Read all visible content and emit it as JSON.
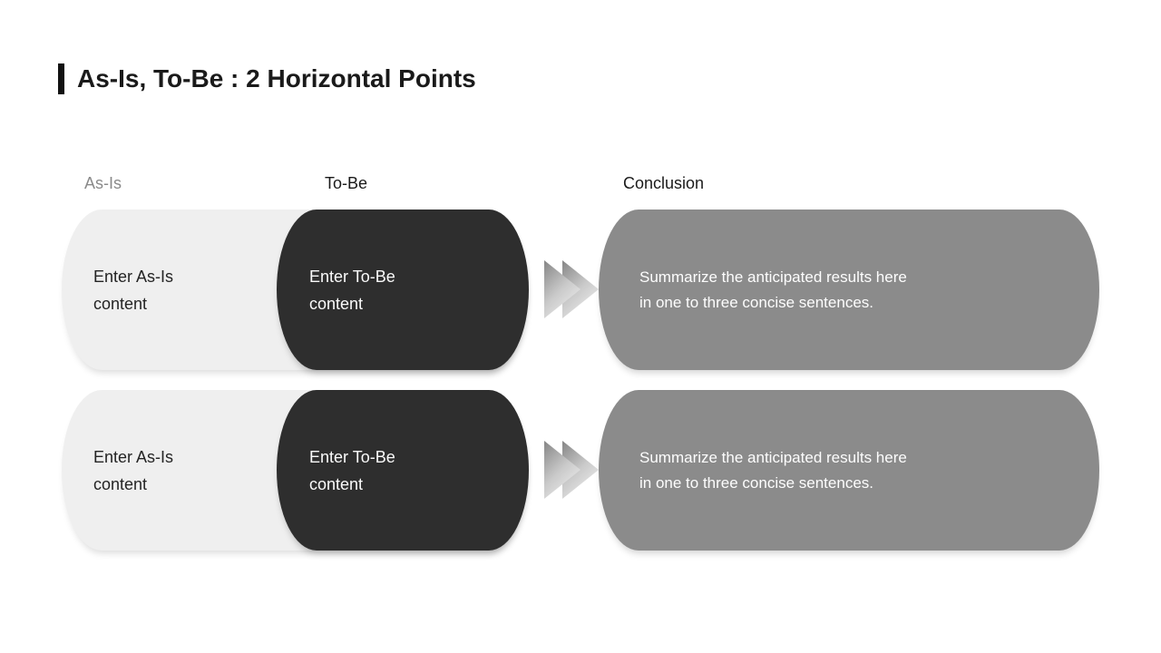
{
  "slide": {
    "title": "As-Is, To-Be : 2 Horizontal Points"
  },
  "headers": {
    "as_is": "As-Is",
    "to_be": "To-Be",
    "conclusion": "Conclusion"
  },
  "rows": [
    {
      "as_is": {
        "line1": "Enter As-Is",
        "line2": "content"
      },
      "to_be": {
        "line1": "Enter To-Be",
        "line2": "content"
      },
      "conclusion": {
        "line1": "Summarize the anticipated results here",
        "line2": "in one to three concise sentences."
      }
    },
    {
      "as_is": {
        "line1": "Enter As-Is",
        "line2": "content"
      },
      "to_be": {
        "line1": "Enter To-Be",
        "line2": "content"
      },
      "conclusion": {
        "line1": "Summarize the anticipated results here",
        "line2": "in one to three concise sentences."
      }
    }
  ],
  "icons": {
    "arrow": "double-chevron-right"
  },
  "colors": {
    "background": "#ffffff",
    "title_text": "#1a1a1a",
    "title_accent_bar": "#111111",
    "header_muted": "#8a8a8a",
    "header_dark": "#1a1a1a",
    "pill_light_bg": "#efefef",
    "pill_dark_bg": "#2e2e2e",
    "pill_gray_bg": "#8b8b8b",
    "pill_light_text": "#242424",
    "pill_white_text": "#fdfdfd",
    "arrow_gradient_start": "#858585",
    "arrow_gradient_end": "#f7f7f7"
  }
}
